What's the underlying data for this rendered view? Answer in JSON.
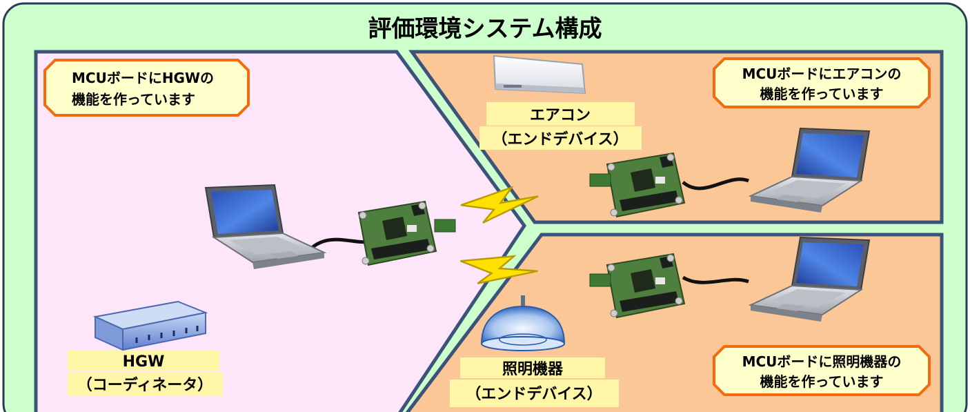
{
  "title": "評価環境システム構成",
  "callouts": {
    "hgw": {
      "line1": "MCUボードにHGWの",
      "line2": "機能を作っています"
    },
    "aircon": {
      "line1": "MCUボードにエアコンの",
      "line2": "機能を作っています"
    },
    "lighting": {
      "line1": "MCUボードに照明機器の",
      "line2": "機能を作っています"
    }
  },
  "labels": {
    "aircon": {
      "line1": "エアコン",
      "line2": "（エンドデバイス）"
    },
    "hgw": {
      "line1": "HGW",
      "line2": "（コーディネータ）"
    },
    "lighting": {
      "line1": "照明機器",
      "line2": "（エンドデバイス）"
    }
  },
  "icons": [
    "laptop-icon",
    "mcu-board-icon",
    "air-conditioner-icon",
    "router-icon",
    "ceiling-light-icon",
    "lightning-icon"
  ],
  "colors": {
    "frame_bg": "#ccffcc",
    "frame_border": "#2a3a5a",
    "hgw_panel": "#fde6fa",
    "device_panel": "#fbc796",
    "panel_border": "#3b5378",
    "callout_fill": "#ffffcc",
    "callout_border": "#f26c0f",
    "label_fill": "#fff6a8"
  }
}
